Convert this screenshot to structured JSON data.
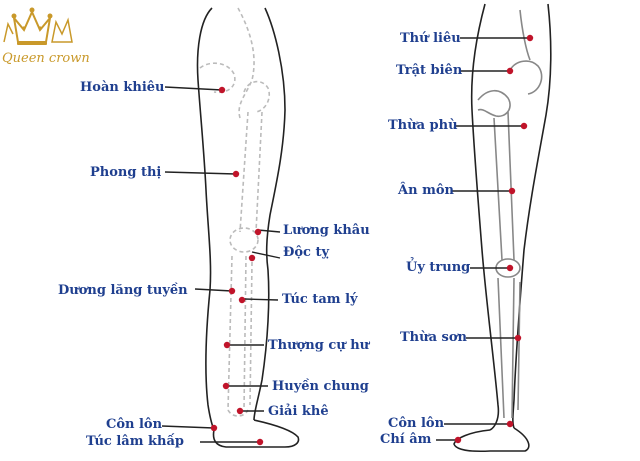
{
  "brand": {
    "name": "Queen crown",
    "logo_icon": "crown-icon",
    "color": "#c9992a"
  },
  "colors": {
    "label": "#1f3f8f",
    "point": "#c0142a",
    "line": "#222222"
  },
  "front_leg_points": [
    {
      "label": "Hoàn khiêu"
    },
    {
      "label": "Phong thị"
    },
    {
      "label": "Lương khâu"
    },
    {
      "label": "Độc tỵ"
    },
    {
      "label": "Dương lăng tuyền"
    },
    {
      "label": "Túc tam lý"
    },
    {
      "label": "Thượng cự hư"
    },
    {
      "label": "Huyền chung"
    },
    {
      "label": "Giải khê"
    },
    {
      "label": "Côn lôn"
    },
    {
      "label": "Túc lâm khấp"
    }
  ],
  "back_leg_points": [
    {
      "label": "Thứ liêu"
    },
    {
      "label": "Trật biên"
    },
    {
      "label": "Thừa phù"
    },
    {
      "label": "Ân môn"
    },
    {
      "label": "Ủy trung"
    },
    {
      "label": "Thừa sơn"
    },
    {
      "label": "Côn lôn"
    },
    {
      "label": "Chí âm"
    }
  ]
}
